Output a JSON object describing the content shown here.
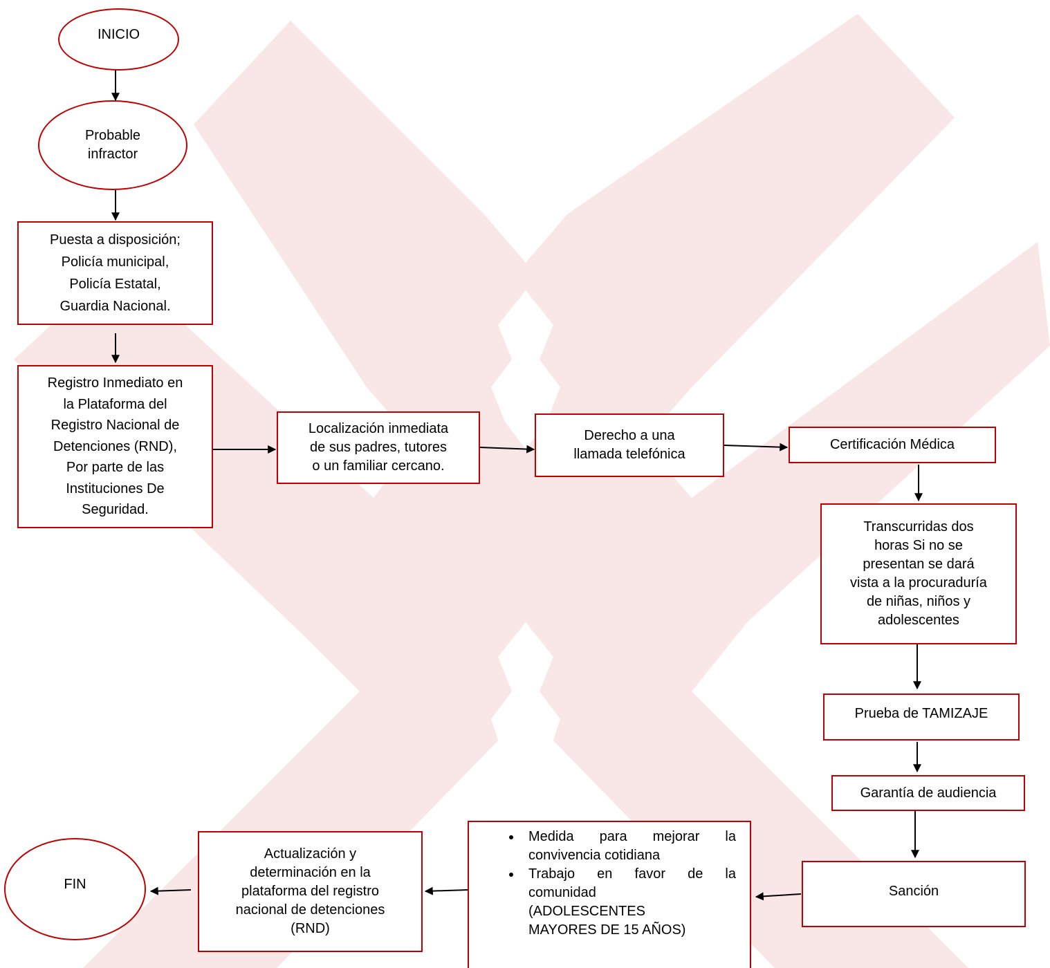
{
  "nodes": {
    "inicio": "INICIO",
    "probable": "Probable\ninfractor",
    "puesta": "Puesta a disposición;\nPolicía municipal,\nPolicía Estatal,\nGuardia Nacional.",
    "registro": "Registro Inmediato en\nla Plataforma del\nRegistro Nacional de\nDetenciones (RND),\nPor parte de las\nInstituciones De\nSeguridad.",
    "localizacion": "Localización inmediata\nde sus padres, tutores\no un familiar cercano.",
    "llamada": "Derecho a una\nllamada telefónica",
    "certificacion": "Certificación Médica",
    "transcurridas": "Transcurridas dos\nhoras Si no se\npresentan se dará\nvista a la procuraduría\nde niñas, niños y\nadolescentes",
    "tamizaje": "Prueba de TAMIZAJE",
    "garantia": "Garantía de audiencia",
    "sancion": "Sanción",
    "medidas": {
      "item1_line1": "Medida para mejorar la",
      "item1_line2": "convivencia cotidiana",
      "item2_line1": "Trabajo en favor de la",
      "item2_line2": "comunidad\n(ADOLESCENTES\nMAYORES DE 15 AÑOS)"
    },
    "actualizacion": "Actualización y\ndeterminación en la\nplataforma del registro\nnacional de detenciones\n(RND)",
    "fin": "FIN"
  },
  "colors": {
    "border": "#c00000",
    "watermark": "#f9e6e6",
    "arrow": "#000000"
  }
}
